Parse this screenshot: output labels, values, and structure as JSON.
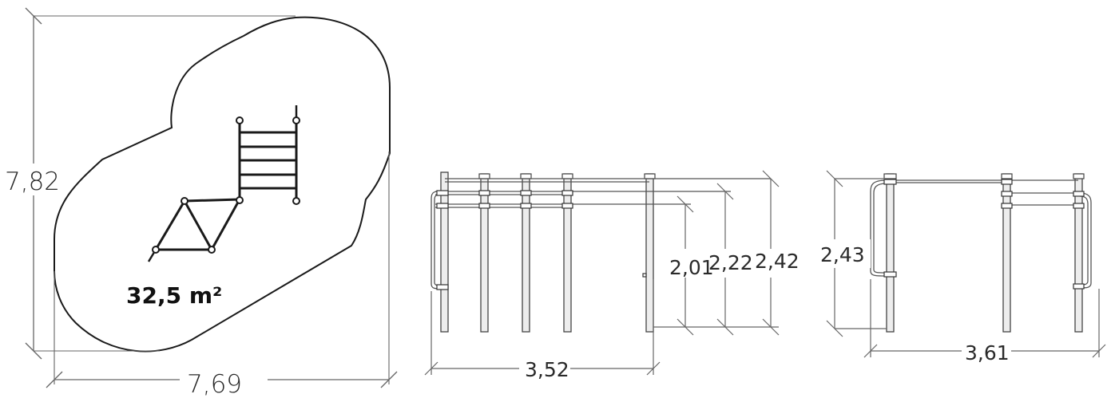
{
  "plan_view": {
    "width_label": "7,69",
    "height_label": "7,82",
    "area_label": "32,5 m²"
  },
  "front_view": {
    "width_label": "3,52",
    "height_labels": [
      "2,01",
      "2,22",
      "2,42"
    ]
  },
  "side_view": {
    "width_label": "3,61",
    "height_label": "2,43"
  },
  "colors": {
    "line": "#1a1a1a",
    "dim_line": "#666666",
    "pole_fill": "#ededed"
  }
}
